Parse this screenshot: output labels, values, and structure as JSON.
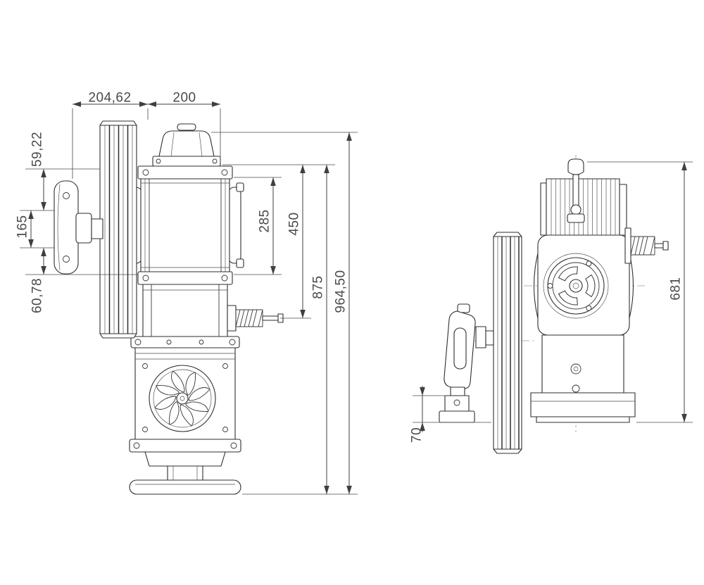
{
  "style": {
    "background": "#ffffff",
    "line_color": "#2e2e2e",
    "dimension_color": "#4a4a4a"
  },
  "drawing": {
    "type": "technical-dimension-drawing",
    "front_view": {
      "dims": {
        "top_left": "204,62",
        "top_right": "200",
        "left_upper": "59,22",
        "left_middle": "165",
        "left_lower": "60,78",
        "mid_inner": "285",
        "mid_outer": "450",
        "right_inner": "875",
        "right_outer": "964,50"
      }
    },
    "side_view": {
      "dims": {
        "overall": "681",
        "base": "70"
      }
    }
  }
}
